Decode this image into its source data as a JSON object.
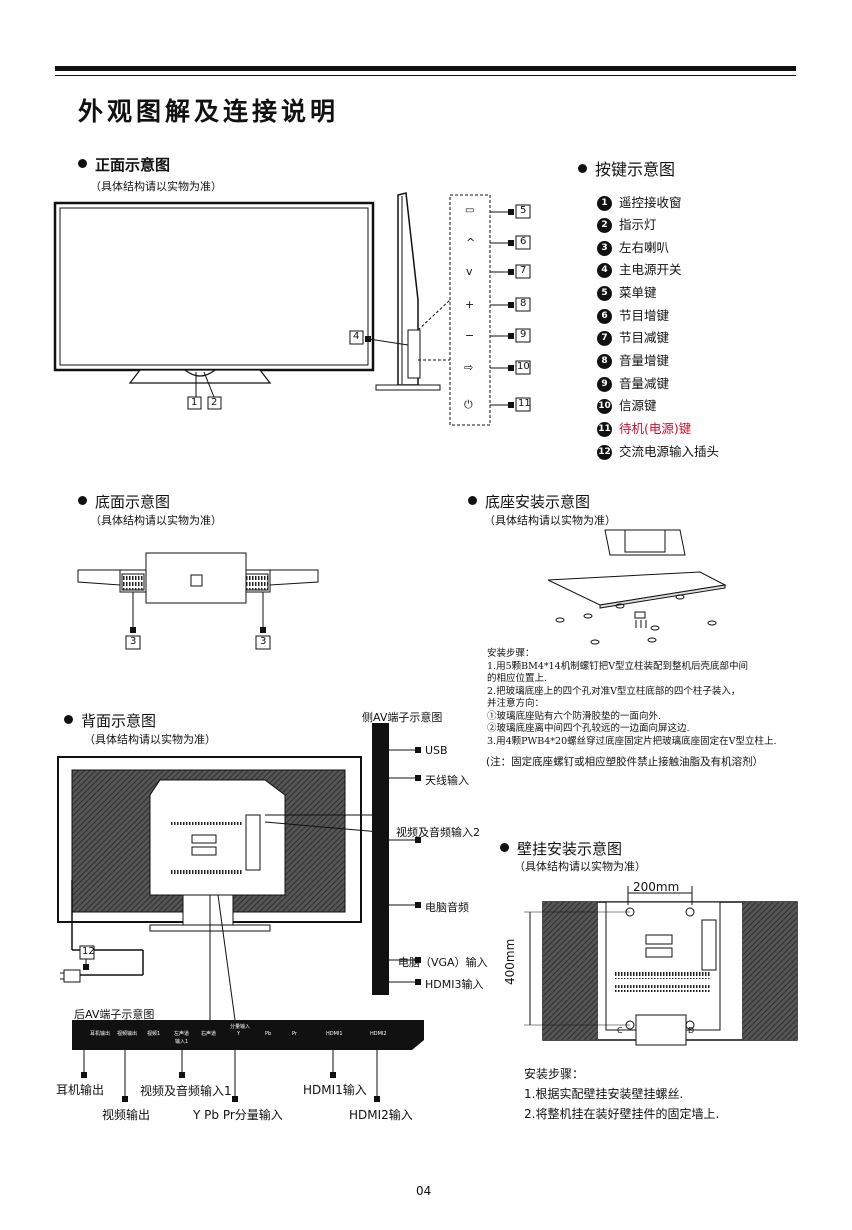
{
  "page_title": "外观图解及连接说明",
  "sections": {
    "front": {
      "title": "正面示意图",
      "subtitle": "（具体结构请以实物为准）"
    },
    "keys": {
      "title": "按键示意图"
    },
    "bottom": {
      "title": "底面示意图",
      "subtitle": "（具体结构请以实物为准）"
    },
    "base": {
      "title": "底座安装示意图",
      "subtitle": "（具体结构请以实物为准）"
    },
    "back": {
      "title": "背面示意图",
      "subtitle": "（具体结构请以实物为准）"
    },
    "wall": {
      "title": "壁挂安装示意图",
      "subtitle": "（具体结构请以实物为准）"
    }
  },
  "key_list": [
    {
      "n": "1",
      "label": "遥控接收窗"
    },
    {
      "n": "2",
      "label": "指示灯"
    },
    {
      "n": "3",
      "label": "左右喇叭"
    },
    {
      "n": "4",
      "label": "主电源开关"
    },
    {
      "n": "5",
      "label": "菜单键"
    },
    {
      "n": "6",
      "label": "节目增键"
    },
    {
      "n": "7",
      "label": "节目减键"
    },
    {
      "n": "8",
      "label": "音量增键"
    },
    {
      "n": "9",
      "label": "音量减键"
    },
    {
      "n": "10",
      "label": "信源键"
    },
    {
      "n": "11",
      "label": "待机(电源)键"
    },
    {
      "n": "12",
      "label": "交流电源输入插头"
    }
  ],
  "callouts": {
    "c1": "1",
    "c2": "2",
    "c3": "3",
    "c4": "4",
    "c5": "5",
    "c6": "6",
    "c7": "7",
    "c8": "8",
    "c9": "9",
    "c10": "10",
    "c11": "11",
    "c12": "12"
  },
  "button_glyphs": {
    "menu": "▭",
    "up": "^",
    "down": "v",
    "plus": "+",
    "minus": "−",
    "source": "⇨",
    "power": "⏻"
  },
  "base_steps": {
    "heading": "安装步骤：",
    "lines": [
      "1.用5颗BM4*14机制螺钉把V型立柱装配到整机后壳底部中间",
      "的相应位置上.",
      "2.把玻璃底座上的四个孔对准V型立柱底部的四个柱子装入，",
      "并注意方向：",
      "①玻璃底座贴有六个防滑胶垫的一面向外.",
      "②玻璃底座离中间四个孔较远的一边面向屏这边.",
      "3.用4颗PWB4*20螺丝穿过底座固定片把玻璃底座固定在V型立柱上."
    ],
    "note": "(注：固定底座螺钉或相应塑胶件禁止接触油脂及有机溶剂）"
  },
  "side_av": {
    "title": "侧AV端子示意图",
    "labels": [
      "USB",
      "天线输入",
      "视频及音频输入2",
      "电脑音频",
      "电脑（VGA）输入",
      "HDMI3输入"
    ]
  },
  "rear_av": {
    "title": "后AV端子示意图",
    "panel_labels": [
      "耳机输出",
      "视频输出",
      "视频1",
      "左声道",
      "右声道",
      "输入1",
      "分量输入",
      "Y",
      "Pb",
      "Pr",
      "HDMI1",
      "HDMI2"
    ],
    "labels": [
      "耳机输出",
      "视频输出",
      "视频及音频输入1",
      "Y Pb Pr分量输入",
      "HDMI1输入",
      "HDMI2输入"
    ]
  },
  "wall": {
    "dim_w": "200mm",
    "dim_h": "400mm",
    "mark_c": "C",
    "mark_d": "D",
    "steps_heading": "安装步骤：",
    "steps": [
      "1.根据实配壁挂安装壁挂螺丝.",
      "2.将整机挂在装好壁挂件的固定墙上."
    ]
  },
  "page_number": "04"
}
